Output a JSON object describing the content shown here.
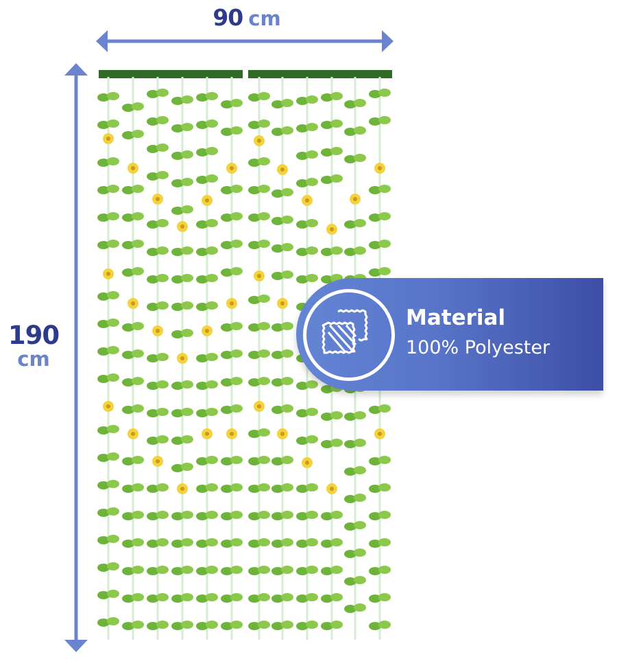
{
  "dimensions": {
    "width": {
      "value": "90",
      "unit": "cm"
    },
    "height": {
      "value": "190",
      "unit": "cm"
    }
  },
  "material_badge": {
    "icon": "fabric-swatch-icon",
    "title": "Material",
    "value": "100% Polyester"
  },
  "product": {
    "name": "leaf-and-sunflower-curtain",
    "panels": 2,
    "strands_per_panel": 6
  },
  "colors": {
    "dark_blue": "#2e3a8c",
    "light_blue": "#6b83c9",
    "arrow_blue": "#6b84cf",
    "banner_start": "#6484d4",
    "banner_end": "#3d4ea5",
    "rod_green": "#2f6b25",
    "leaf_green": "#6fb43a",
    "flower_yellow": "#f3d23c"
  }
}
